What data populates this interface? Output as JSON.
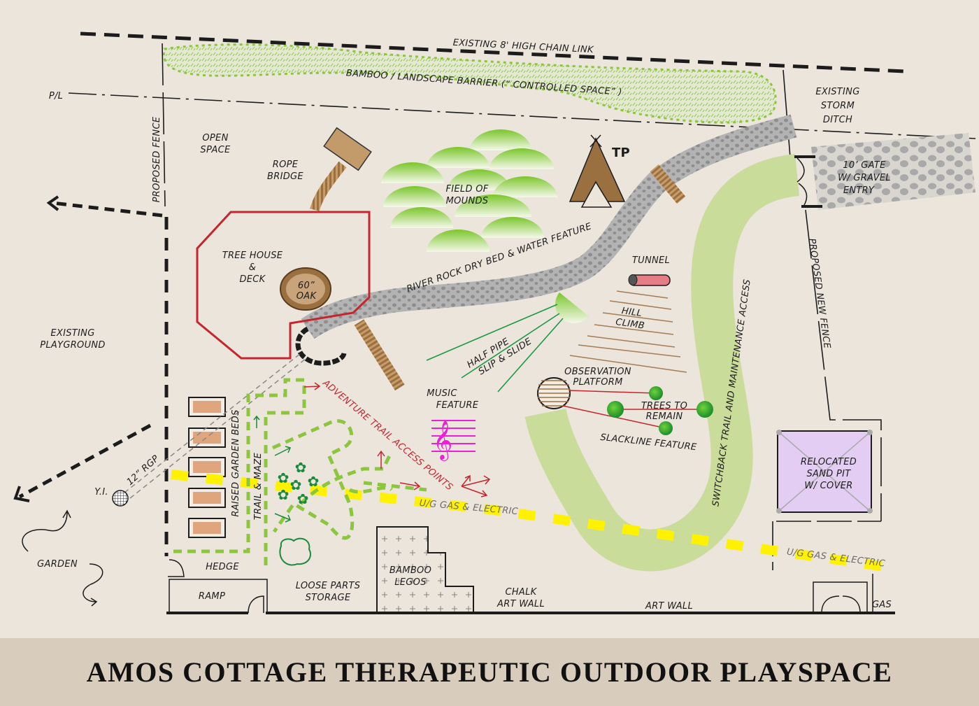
{
  "title": "AMOS COTTAGE THERAPEUTIC OUTDOOR PLAYSPACE",
  "colors": {
    "background": "#ebe5dc",
    "title_band": "#d8ccbd",
    "fence": "#1c1c1c",
    "barrier_green": "#8cc63f",
    "switchback_green": "#cadc9a",
    "rock_gray": "#a7a7a7",
    "treehouse_red": "#c4262e",
    "wood_brown": "#9b7040",
    "gas_line_yellow": "#fff200",
    "music_magenta": "#ec1fd8",
    "sand_pit_lilac": "#e3cdf3"
  },
  "labels": {
    "chain_link": "EXISTING 8' HIGH CHAIN LINK",
    "bamboo_barrier": "BAMBOO / LANDSCAPE BARRIER (“ CONTROLLED SPACE” )",
    "property_line": "P/L",
    "storm_ditch": [
      "EXISTING",
      "STORM",
      "DITCH"
    ],
    "open_space": [
      "OPEN",
      "SPACE"
    ],
    "proposed_fence": "PROPOSED  FENCE",
    "rope_bridge": [
      "ROPE",
      "BRIDGE"
    ],
    "field_of_mounds": [
      "FIELD OF",
      "MOUNDS"
    ],
    "teepee": "TP",
    "gate": [
      "10’ GATE",
      "W/ GRAVEL",
      "ENTRY"
    ],
    "tree_house": [
      "TREE  HOUSE",
      "&",
      "DECK"
    ],
    "oak": [
      "60”",
      "OAK"
    ],
    "river_rock": "RIVER ROCK DRY BED & WATER FEATURE",
    "tunnel": "TUNNEL",
    "proposed_new_fence": "PROPOSED  NEW  FENCE",
    "hill_climb": [
      "HILL",
      "CLIMB"
    ],
    "existing_playground": [
      "EXISTING",
      "PLAYGROUND"
    ],
    "half_pipe": [
      "HALF PIPE",
      "SLIP & SLIDE"
    ],
    "switchback": "SWITCHBACK TRAIL AND MAINTENANCE ACCESS",
    "observation_platform": [
      "OBSERVATION",
      "PLATFORM"
    ],
    "music_feature": [
      "MUSIC",
      "FEATURE"
    ],
    "trees_to_remain": [
      "TREES  TO",
      "REMAIN"
    ],
    "slackline": "SLACKLINE  FEATURE",
    "adventure_trail": "ADVENTURE  TRAIL  ACCESS  POINTS",
    "raised_garden_beds": "RAISED     GARDEN  BEDS",
    "trail_maze": "TRAIL & MAZE",
    "rgp": "12” RGP",
    "yi": "Y.I.",
    "gas_electric_1": "U/G GAS & ELECTRIC",
    "gas_electric_2": "U/G GAS & ELECTRIC",
    "sand_pit": [
      "RELOCATED",
      "SAND  PIT",
      "W/ COVER"
    ],
    "garden": "GARDEN",
    "hedge": "HEDGE",
    "ramp": "RAMP",
    "loose_parts": [
      "LOOSE PARTS",
      "STORAGE"
    ],
    "bamboo_legos": [
      "BAMBOO",
      "LEGOS"
    ],
    "chalk_art_wall": [
      "CHALK",
      "ART WALL"
    ],
    "art_wall": "ART WALL",
    "gas": "GAS"
  }
}
